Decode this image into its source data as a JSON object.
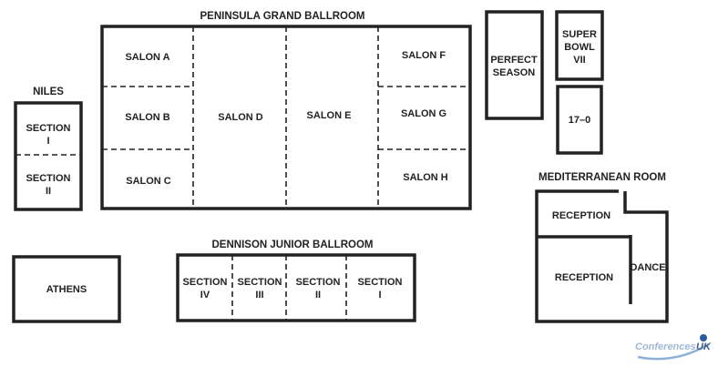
{
  "peninsula": {
    "title": "PENINSULA GRAND BALLROOM",
    "salon_a": "SALON A",
    "salon_b": "SALON B",
    "salon_c": "SALON C",
    "salon_d": "SALON D",
    "salon_e": "SALON E",
    "salon_f": "SALON F",
    "salon_g": "SALON G",
    "salon_h": "SALON H"
  },
  "niles": {
    "title": "NILES",
    "section_1": [
      "SECTION",
      "I"
    ],
    "section_2": [
      "SECTION",
      "II"
    ]
  },
  "perfect_season": [
    "PERFECT",
    "SEASON"
  ],
  "super_bowl": [
    "SUPER",
    "BOWL",
    "VII"
  ],
  "seventeen_zero": "17–0",
  "mediterranean": {
    "title": "MEDITERRANEAN ROOM",
    "reception_top": "RECEPTION",
    "reception_bottom": "RECEPTION",
    "dance": "DANCE"
  },
  "athens": "ATHENS",
  "dennison": {
    "title": "DENNISON JUNIOR BALLROOM",
    "section_4": [
      "SECTION",
      "IV"
    ],
    "section_3": [
      "SECTION",
      "III"
    ],
    "section_2": [
      "SECTION",
      "II"
    ],
    "section_1": [
      "SECTION",
      "I"
    ]
  },
  "watermark": {
    "part1": "Conferences",
    "part2": "UK"
  }
}
